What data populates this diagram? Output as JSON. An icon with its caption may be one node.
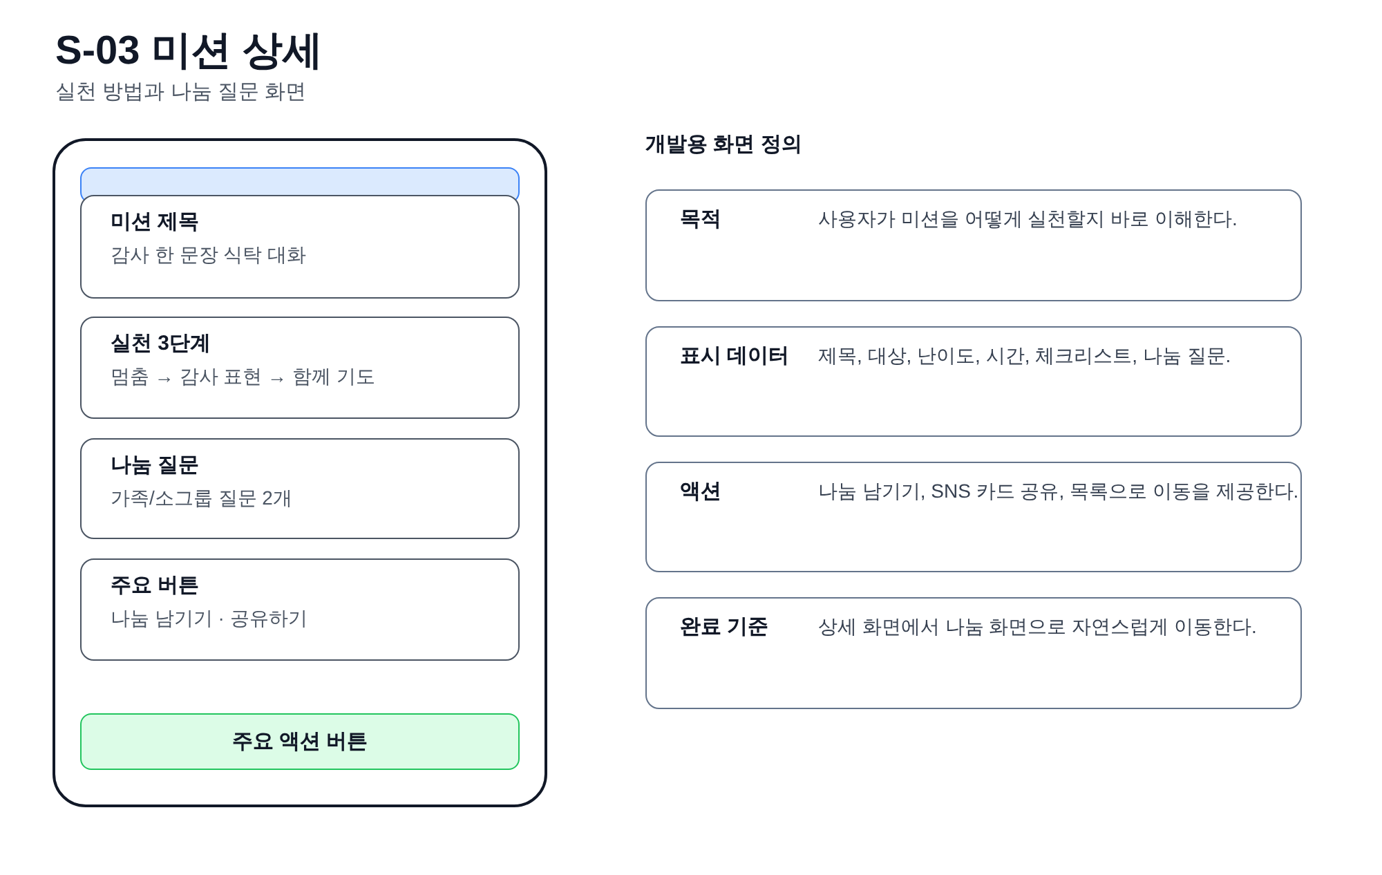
{
  "diagram": {
    "title": "S-03 미션 상세",
    "nodes": [
      {
        "text": [],
        "shape": "box"
      },
      {
        "text": [],
        "shape": "bar",
        "in": 0
      },
      {
        "text": [
          "미션 제목",
          "감사 한 문장 식탁 대화"
        ],
        "in": 0
      },
      {
        "text": [
          "실천 3단계",
          "멈춤 → 감사 표현 → 함께 기도"
        ],
        "in": 0
      },
      {
        "text": [
          "나눔 질문",
          "가족/소그룹 질문 2개"
        ],
        "in": 0
      },
      {
        "text": [
          "주요 버튼",
          "나눔 남기기 · 공유하기"
        ],
        "in": 0
      },
      {
        "text": [
          "주요 액션 버튼"
        ],
        "in": 0
      },
      {
        "text": [
          "목적",
          "사용자가 미션을 어떻게 실천할지 바로 이해한다."
        ]
      },
      {
        "text": [
          "표시 데이터",
          "제목, 대상, 난이도, 시간, 체크리스트, 나눔 질문."
        ]
      },
      {
        "text": [
          "액션",
          "나눔 남기기, SNS 카드 공유, 목록으로 이동을 제공한다."
        ]
      },
      {
        "text": [
          "완료 기준",
          "상세 화면에서 나눔 화면으로 자연스럽게 이동한다."
        ]
      }
    ],
    "edges": [],
    "labels": [
      "실천 방법과 나눔 질문 화면",
      "개발용 화면 정의"
    ]
  }
}
